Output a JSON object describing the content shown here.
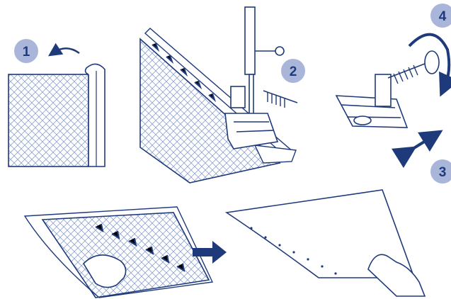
{
  "steps": [
    {
      "number": "1"
    },
    {
      "number": "2"
    },
    {
      "number": "3"
    },
    {
      "number": "4"
    }
  ],
  "colors": {
    "line": "#1f3a7a",
    "badge": "#a9b6da",
    "fabric_mesh": "#8ea2cf",
    "background": "#ffffff"
  },
  "icons": [
    "curved-arrow-icon",
    "rotate-arrow-icon",
    "double-arrow-icon",
    "right-arrow-icon"
  ]
}
